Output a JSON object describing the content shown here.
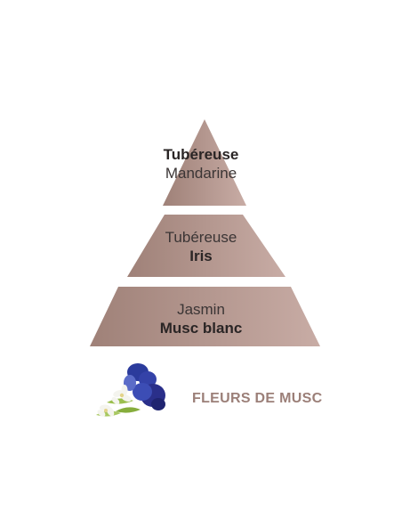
{
  "pyramid": {
    "top": {
      "line1": "Tubéreuse",
      "line2": "Mandarine"
    },
    "middle": {
      "line1": "Tubéreuse",
      "line2": "Iris"
    },
    "base": {
      "line1": "Jasmin",
      "line2": "Musc blanc"
    }
  },
  "product": {
    "name": "FLEURS DE MUSC",
    "image_icon": "flower-bouquet-icon"
  },
  "colors": {
    "tier_gradient_start": "#9f8178",
    "tier_gradient_end": "#c8aca5",
    "product_name": "#9b7f78"
  }
}
